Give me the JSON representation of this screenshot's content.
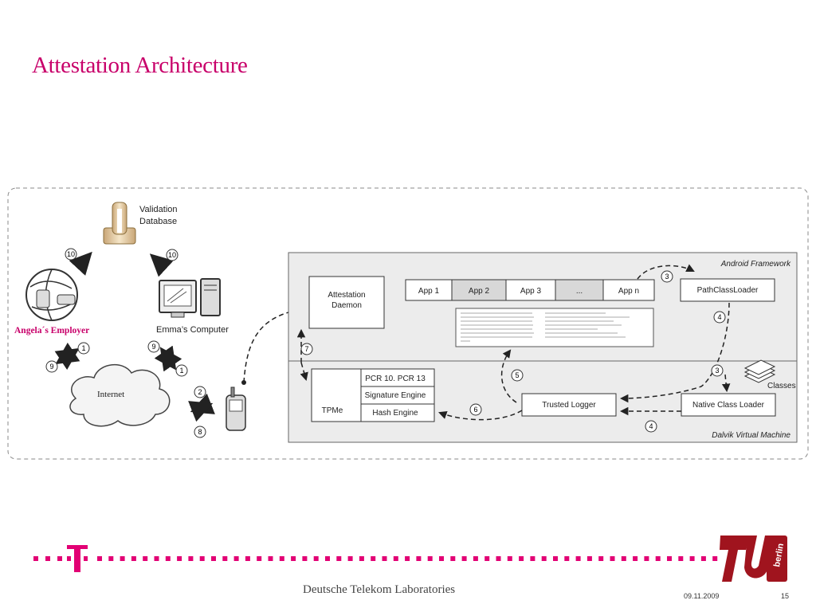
{
  "slide": {
    "title": "Attestation Architecture",
    "footer": "Deutsche Telekom Laboratories",
    "date": "09.11.2009",
    "page": "15"
  },
  "diagram": {
    "validation_db": [
      "Validation",
      "Database"
    ],
    "employer": "Angela´s Employer",
    "computer": "Emma’s Computer",
    "internet": "Internet",
    "android_framework": "Android Framework",
    "dalvik": "Dalvik Virtual Machine",
    "attestation_daemon": [
      "Attestation",
      "Daemon"
    ],
    "apps": [
      "App 1",
      "App 2",
      "App 3",
      "...",
      "App n"
    ],
    "path_class_loader": "PathClassLoader",
    "tpm": "TPMe",
    "pcr": "PCR 10. PCR 13",
    "signature_engine": "Signature Engine",
    "hash_engine": "Hash Engine",
    "trusted_logger": "Trusted Logger",
    "native_class_loader": "Native Class Loader",
    "classes": "Classes",
    "steps": {
      "s10a": "10",
      "s10b": "10",
      "s1a": "1",
      "s9a": "9",
      "s9b": "9",
      "s1b": "1",
      "s2": "2",
      "s8": "8",
      "s7": "7",
      "s3a": "3",
      "s4a": "4",
      "s3b": "3",
      "s4b": "4",
      "s5": "5",
      "s6": "6"
    }
  },
  "colors": {
    "accent": "#c8006a",
    "brand_tu": "#a0141e"
  }
}
